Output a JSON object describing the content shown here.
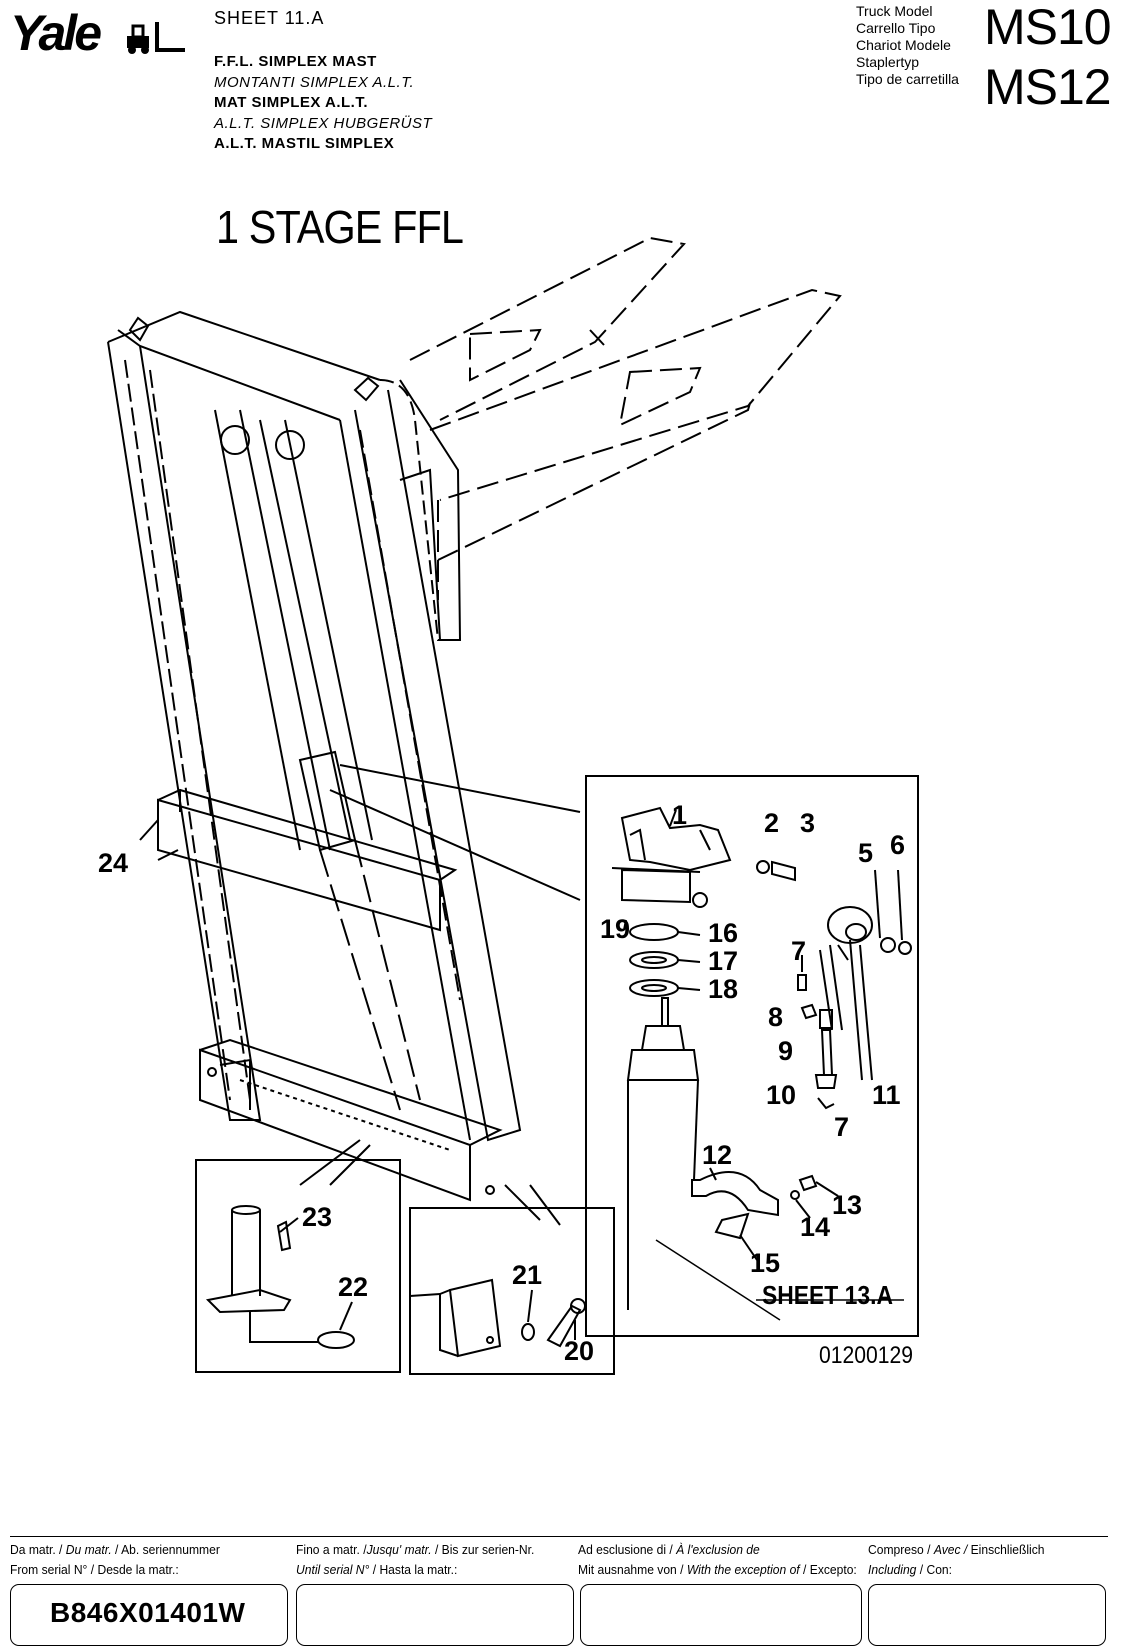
{
  "header": {
    "brand": "Yale",
    "sheet": "SHEET  11.A",
    "title_lines": [
      {
        "text": "F.F.L. SIMPLEX MAST",
        "style": "bold"
      },
      {
        "text": "MONTANTI SIMPLEX A.L.T.",
        "style": "italic"
      },
      {
        "text": "MAT SIMPLEX A.L.T.",
        "style": "bold"
      },
      {
        "text": "A.L.T. SIMPLEX HUBGERÜST",
        "style": "italic"
      },
      {
        "text": "A.L.T. MASTIL SIMPLEX",
        "style": "bold"
      }
    ],
    "truck_model_labels": [
      "Truck Model",
      "Carrello Tipo",
      "Chariot Modele",
      "Staplertyp",
      "Tipo de carretilla"
    ],
    "models": [
      "MS10",
      "MS12"
    ]
  },
  "drawing": {
    "heading": "1 STAGE FFL",
    "drawing_number": "01200129",
    "sheet_reference": "SHEET 13.A",
    "callouts": [
      "1",
      "2",
      "3",
      "5",
      "6",
      "7",
      "7",
      "8",
      "9",
      "10",
      "11",
      "12",
      "13",
      "14",
      "15",
      "16",
      "17",
      "18",
      "19",
      "20",
      "21",
      "22",
      "23",
      "24"
    ]
  },
  "footer": {
    "col1": {
      "line1_a": "Da matr. / ",
      "line1_b": "Du matr.",
      "line1_c": " / Ab. seriennummer",
      "line2": "From serial N° / Desde la matr.:"
    },
    "col2": {
      "line1_a": "Fino a matr. /",
      "line1_b": "Jusqu' matr.",
      "line1_c": " / Bis zur serien-Nr.",
      "line2_a": "Until serial N°",
      "line2_b": " / Hasta la matr.:"
    },
    "col3": {
      "line1_a": "Ad esclusione di / ",
      "line1_b": "À l'exclusion de",
      "line2_a": "Mit ausnahme von / ",
      "line2_b": "With the exception of",
      "line2_c": " / Excepto:"
    },
    "col4": {
      "line1_a": "Compreso / ",
      "line1_b": "Avec /",
      "line1_c": " Einschließlich",
      "line2_a": "Including",
      "line2_b": " / Con:"
    },
    "from_serial_value": "B846X01401W"
  }
}
